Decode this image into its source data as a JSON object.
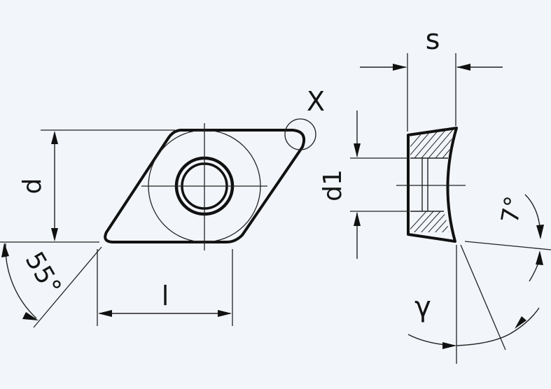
{
  "labels": {
    "d": "d",
    "l": "l",
    "angle_55": "55°",
    "x": "X",
    "s": "s",
    "d1": "d1",
    "angle_7": "7°",
    "gamma": "γ"
  }
}
